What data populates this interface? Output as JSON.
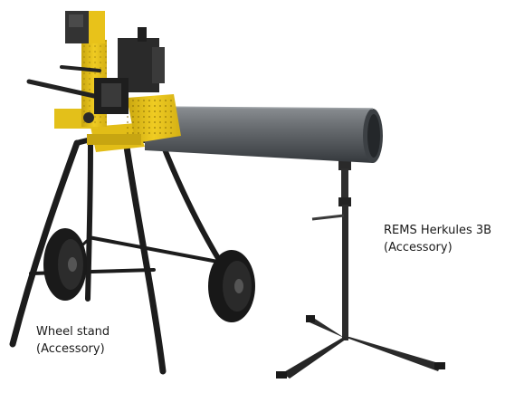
{
  "captions": {
    "herkules": {
      "line1": "REMS Herkules 3B",
      "line2": "(Accessory)"
    },
    "wheel_stand": {
      "line1": "Wheel stand",
      "line2": "(Accessory)"
    }
  },
  "colors": {
    "machine_yellow": "#e8c21a",
    "frame_black": "#1c1c1c",
    "pipe_gray": "#5e6266",
    "background": "#ffffff"
  }
}
